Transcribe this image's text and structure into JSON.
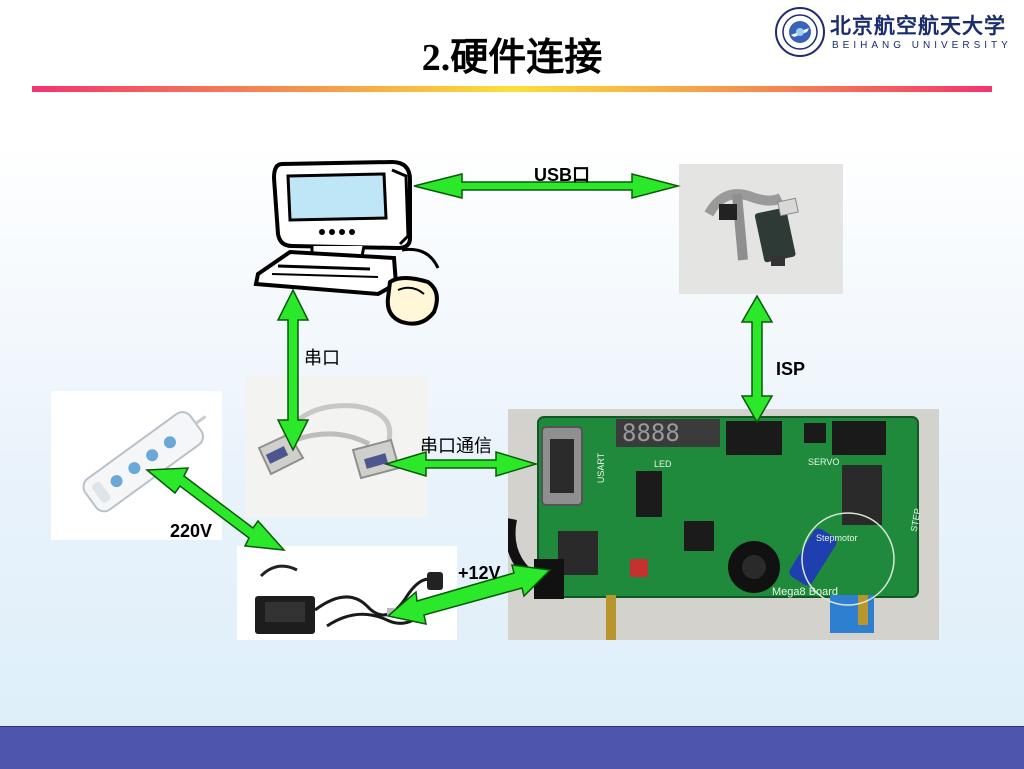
{
  "title": "2.硬件连接",
  "logo": {
    "name_cn": "北京航空航天大学",
    "name_en": "BEIHANG  UNIVERSITY"
  },
  "labels": {
    "usb": "USB口",
    "serial": "串口",
    "isp": "ISP",
    "serial_comm": "串口通信",
    "v220": "220V",
    "v12": "+12V"
  },
  "board_text": {
    "board_name": "Mega8 Board",
    "servo": "SERVO",
    "step": "STEP",
    "led": "LED",
    "usart": "USART",
    "stepmotor": "Stepmotor"
  },
  "colors": {
    "arrow_fill": "#2be82b",
    "arrow_stroke": "#0a5a0a",
    "footer": "#4d55ac",
    "board_green": "#1e8a3a"
  }
}
